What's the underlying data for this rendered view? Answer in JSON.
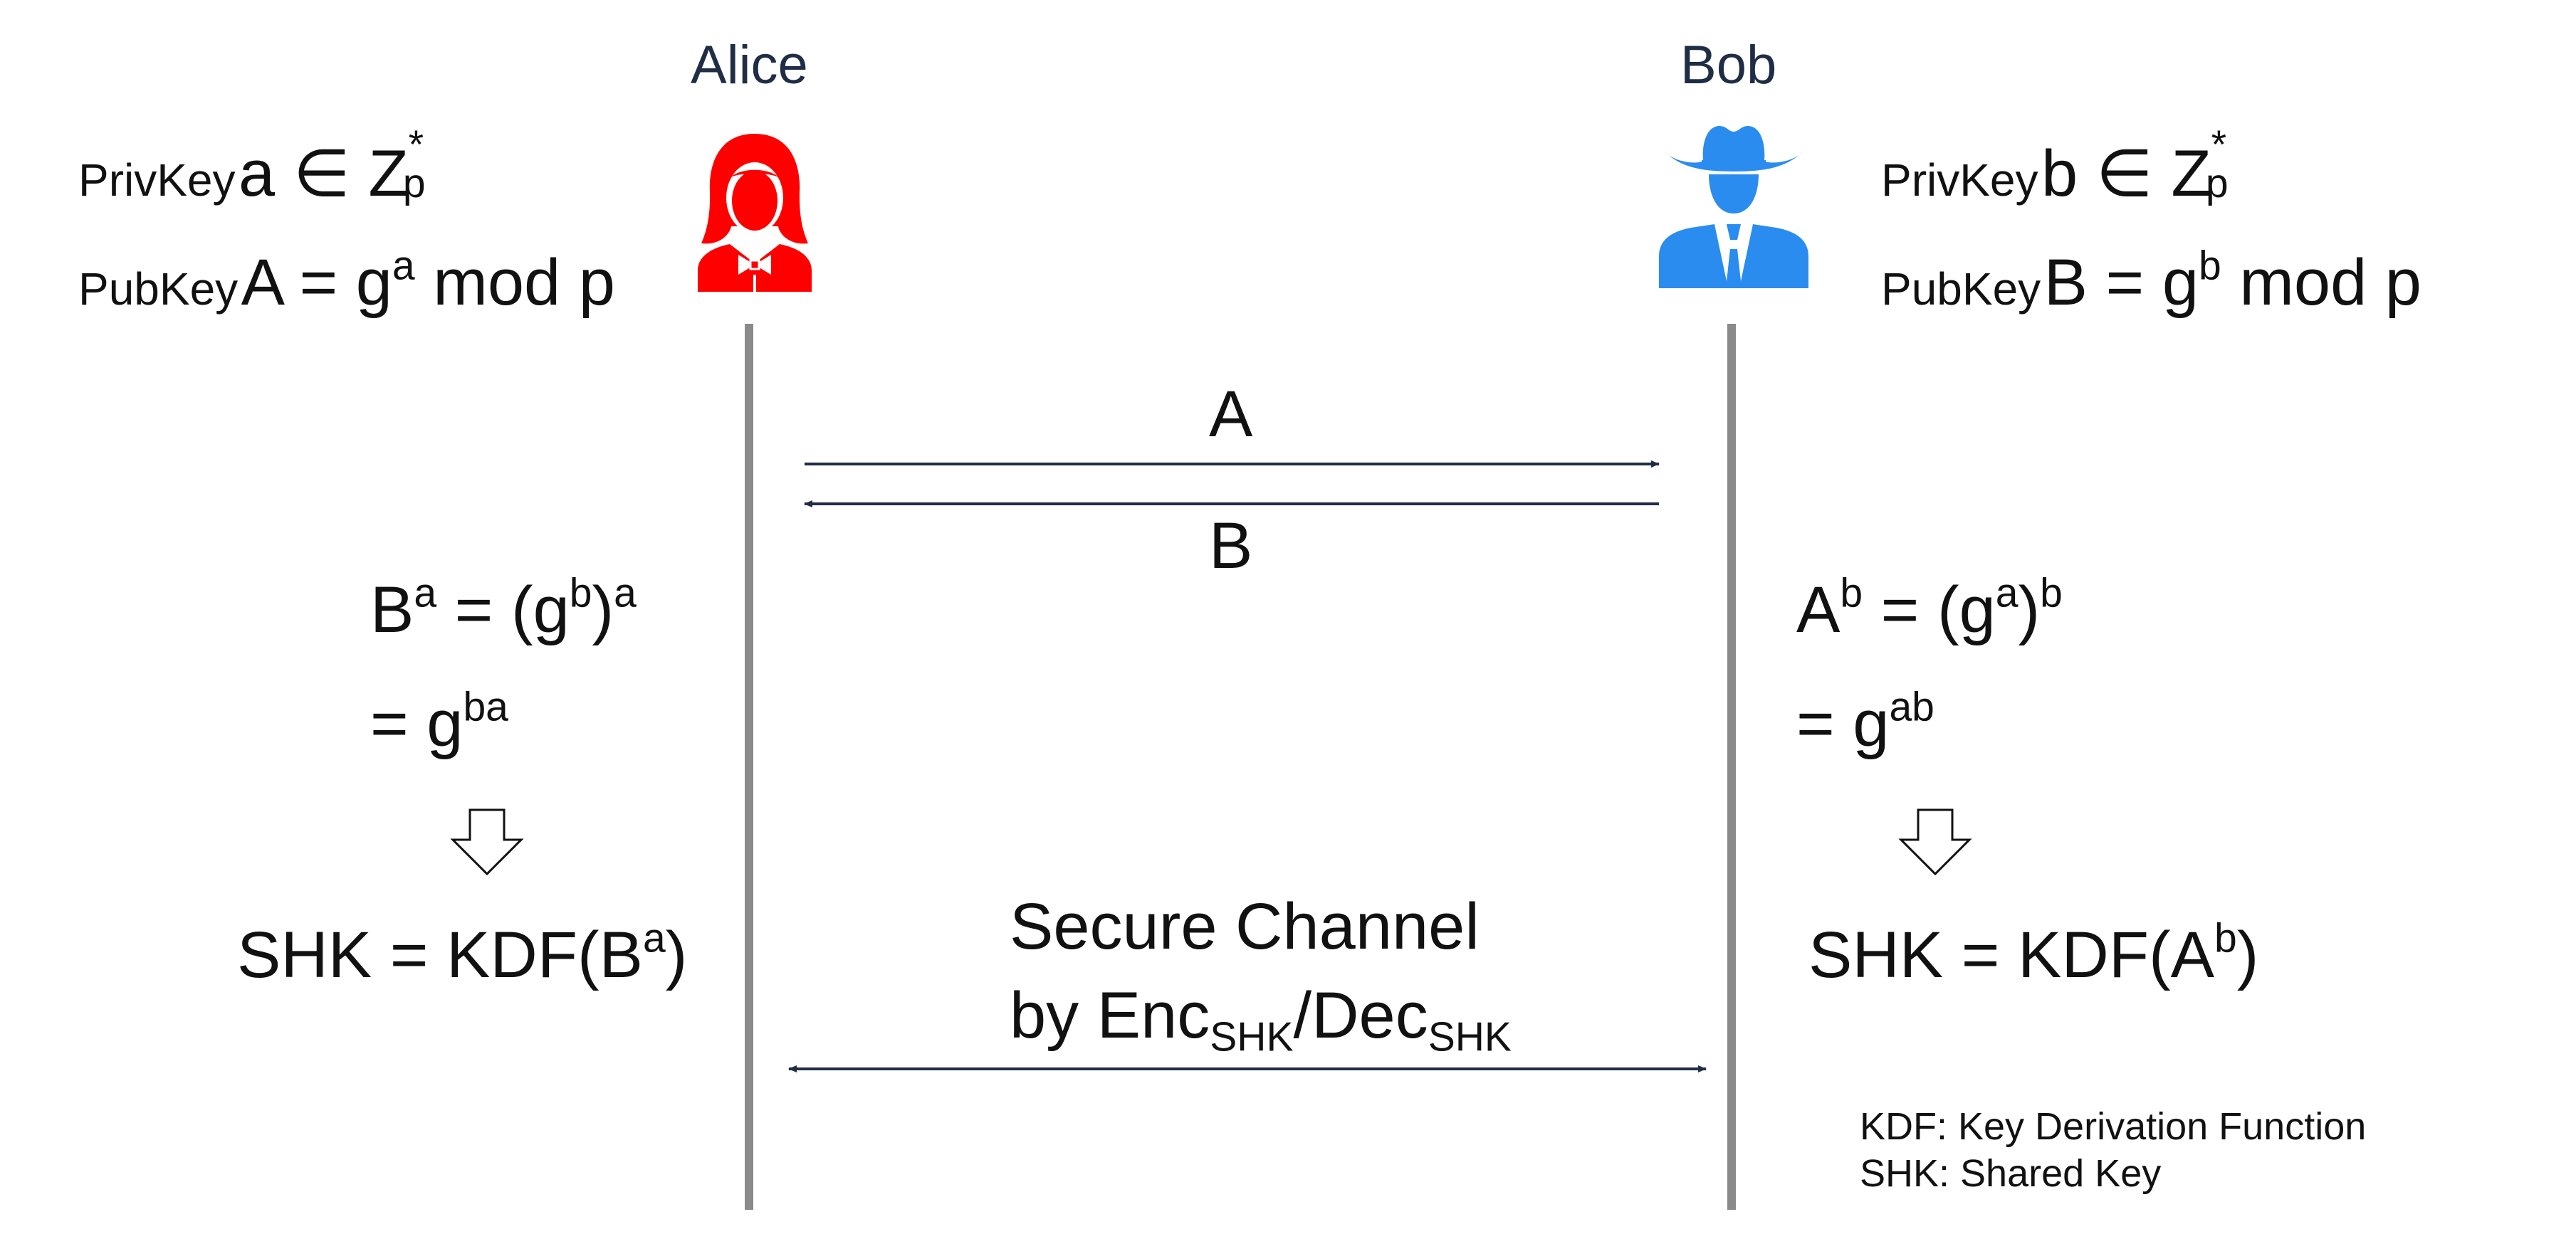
{
  "parties": {
    "alice": {
      "name": "Alice",
      "priv_label": "PrivKey",
      "priv_expr": "a ∈ Z",
      "priv_sub": "p",
      "priv_sup": "*",
      "pub_label": "PubKey",
      "pub_expr_a": "A = g",
      "pub_exp": "a",
      "pub_expr_b": " mod p",
      "calc1_base": "B",
      "calc1_exp": "a",
      "calc1_mid": " = (g",
      "calc1_inner_exp": "b",
      "calc1_close": ")",
      "calc1_outer_exp": "a",
      "calc2_pre": "= g",
      "calc2_exp": "ba",
      "shk_pre": "SHK = KDF(B",
      "shk_exp": "a",
      "shk_post": ")"
    },
    "bob": {
      "name": "Bob",
      "priv_label": "PrivKey",
      "priv_expr": "b ∈ Z",
      "priv_sub": "p",
      "priv_sup": "*",
      "pub_label": "PubKey",
      "pub_expr_a": "B = g",
      "pub_exp": "b",
      "pub_expr_b": " mod p",
      "calc1_base": "A",
      "calc1_exp": "b",
      "calc1_mid": " = (g",
      "calc1_inner_exp": "a",
      "calc1_close": ")",
      "calc1_outer_exp": "b",
      "calc2_pre": "= g",
      "calc2_exp": "ab",
      "shk_pre": "SHK = KDF(A",
      "shk_exp": "b",
      "shk_post": ")"
    }
  },
  "messages": {
    "to_bob": "A",
    "to_alice": "B"
  },
  "channel": {
    "line1": "Secure Channel",
    "line2_pre": "by Enc",
    "line2_sub1": "SHK",
    "line2_mid": "/Dec",
    "line2_sub2": "SHK"
  },
  "legend": {
    "kdf": "KDF: Key Derivation Function",
    "shk": "SHK: Shared Key"
  },
  "colors": {
    "alice": "#ff0000",
    "bob": "#2b8cf0",
    "arrow": "#1f2d45",
    "lifeline": "#8a8a8a"
  },
  "icons": {
    "alice": "woman-avatar-icon",
    "bob": "cowboy-avatar-icon",
    "derive": "down-arrow-icon"
  }
}
